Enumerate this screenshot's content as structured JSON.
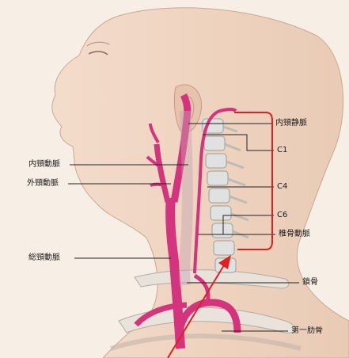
{
  "labels": {
    "internal_jugular_vein": "内頸静脈",
    "c1": "C1",
    "internal_carotid_artery": "内頸動脈",
    "external_carotid_artery": "外頸動脈",
    "c4": "C4",
    "c6": "C6",
    "vertebral_artery": "椎骨動脈",
    "common_carotid_artery": "総頸動脈",
    "clavicle": "鎖骨",
    "first_rib": "第一肋骨"
  },
  "colors": {
    "background": "#f7efe5",
    "skin": "#f3dcc9",
    "artery": "#d4337e",
    "bracket": "#e02020",
    "arrow": "#e02020",
    "leader_line": "#222222"
  }
}
